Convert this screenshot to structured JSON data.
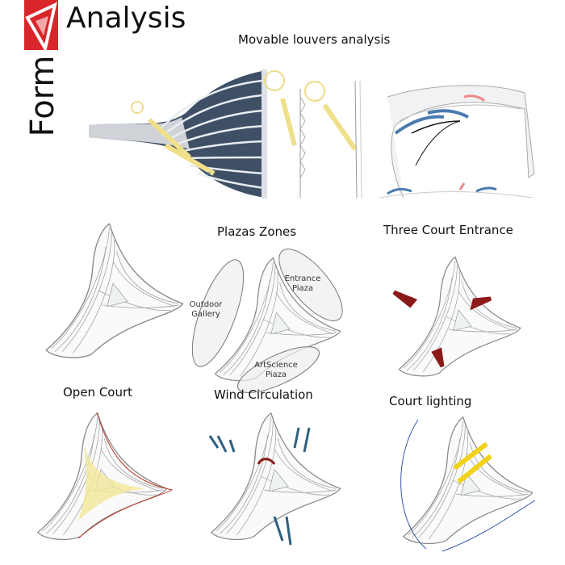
{
  "header": {
    "title": "Analysis",
    "vertical_title": "Form",
    "logo": "red-triangle-logo"
  },
  "sections": {
    "louvers": {
      "title": "Movable louvers analysis"
    },
    "plazas": {
      "title": "Plazas Zones",
      "zones": [
        "Outdoor Gallery",
        "Entrance Piaza",
        "ArtScience Piaza"
      ]
    },
    "entrance": {
      "title": "Three Court Entrance"
    },
    "open_court": {
      "title": "Open Court"
    },
    "wind": {
      "title": "Wind Circulation"
    },
    "lighting": {
      "title": "Court lighting"
    }
  },
  "colors": {
    "logo_red": "#d9262a",
    "arrow_red": "#8b1a1a",
    "wind_blue": "#2f5f7f",
    "sun_yellow": "#f0e08a",
    "light_yellow": "#f2d21b",
    "louver_dark": "#3f4f66"
  }
}
